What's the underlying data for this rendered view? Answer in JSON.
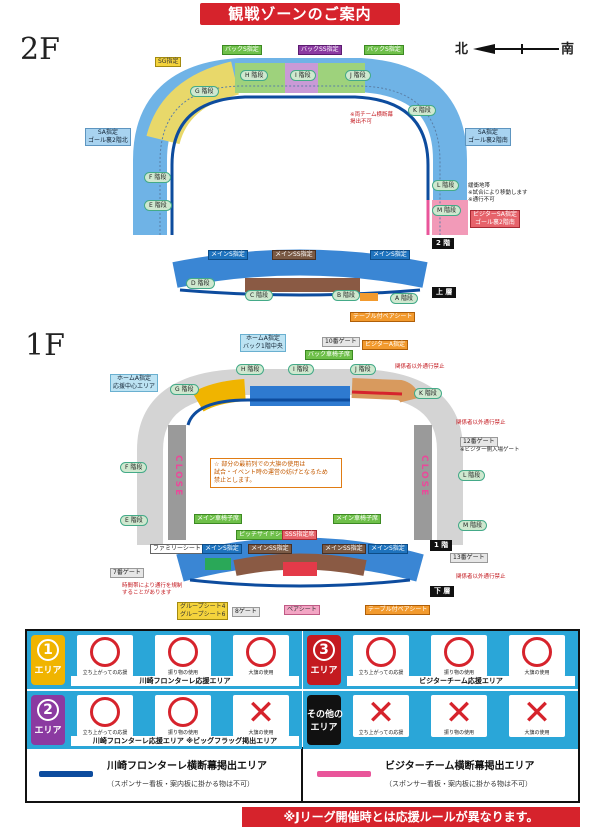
{
  "title": "観戦ゾーンのご案内",
  "compass": {
    "north": "北",
    "south": "南"
  },
  "floor2": {
    "label": "2F",
    "blocks": {
      "sg": "SG指定",
      "back_s_left": "バックS指定",
      "back_ss": "バックSS指定",
      "back_s_right": "バックS指定",
      "sa_north": "SA指定\nゴール裏2階北",
      "sa_south": "SA指定\nゴール裏2階南",
      "visitor_sa": "ビジターSA指定\nゴール裏2階南",
      "main_s_left": "メインS指定",
      "main_ss": "メインSS指定",
      "main_s_right": "メインS指定",
      "table_pair": "テーブル付ペアシート"
    },
    "stairs": [
      "G 階段",
      "H 階段",
      "I 階段",
      "J 階段",
      "K 階段",
      "F 階段",
      "E 階段",
      "L 階段",
      "M 階段",
      "D 階段",
      "C 階段",
      "B 階段",
      "A 階段"
    ],
    "notes": {
      "both_team_zone": "※両チーム横断幕\n掲出不可",
      "buffer_zone": "緩衝地帯\n※試合により移動します\n※通行不可"
    },
    "floor_tags": {
      "second": "2 階",
      "upper": "上 層"
    }
  },
  "floor1": {
    "label": "1F",
    "blocks": {
      "home_a_back": "ホームA指定\nバック1階中央",
      "home_a_support": "ホームA指定\n応援中心エリア",
      "visitor_a": "ビジターA指定",
      "main_s_left": "メインS指定",
      "main_ss_left": "メインSS指定",
      "sss": "SSS指定席",
      "main_ss_right": "メインSS指定",
      "main_s_right": "メインS指定",
      "family_seat": "ファミリーシート",
      "pitch_side": "ピッチサイドシート",
      "group4": "グループシート4\nグループシート6",
      "pair_seat": "ペアシート",
      "table_pair": "テーブル付ペアシート",
      "wheelchair_back": "バック車椅子席",
      "wheelchair_main_left": "メイン車椅子席",
      "wheelchair_main_right": "メイン車椅子席"
    },
    "stairs": [
      "G 階段",
      "H 階段",
      "I 階段",
      "J 階段",
      "K 階段",
      "F 階段",
      "E 階段",
      "L 階段",
      "M 階段"
    ],
    "gates": [
      "10番ゲート",
      "12番ゲート",
      "13番ゲート",
      "7番ゲート",
      "8ゲート"
    ],
    "notes": {
      "staff_only_1": "関係者以外通行禁止",
      "staff_only_2": "関係者以外通行禁止",
      "staff_only_3": "関係者以外通行禁止",
      "visitor_gate": "※ビジター側入場ゲート",
      "time_limited": "時間帯により通行を規制\nすることがあります",
      "warning": "☆ 部分の最前列での大旗の使用は\n試合・イベント時の運営の妨げとなるため\n禁止とします。"
    },
    "close_text": "CLOSE",
    "floor_tags": {
      "first": "1 階",
      "lower": "下 層"
    }
  },
  "legend": {
    "zones": [
      {
        "num": "1",
        "label": "エリア",
        "color": "#f0b400",
        "caption": "川崎フロンターレ応援エリア",
        "icons": [
          {
            "name": "standing",
            "caption": "立ち上がっての応援",
            "allowed": true
          },
          {
            "name": "flag-wave",
            "caption": "振り物の使用",
            "allowed": true
          },
          {
            "name": "big-flag",
            "caption": "大旗の使用",
            "allowed": true
          }
        ]
      },
      {
        "num": "3",
        "label": "エリア",
        "color": "#c41a20",
        "caption": "ビジターチーム応援エリア",
        "icons": [
          {
            "name": "standing",
            "caption": "立ち上がっての応援",
            "allowed": true
          },
          {
            "name": "flag-wave",
            "caption": "振り物の使用",
            "allowed": true
          },
          {
            "name": "big-flag",
            "caption": "大旗の使用",
            "allowed": true
          }
        ]
      },
      {
        "num": "2",
        "label": "エリア",
        "color": "#8b3aa1",
        "caption": "川崎フロンターレ応援エリア ※ビッグフラッグ掲出エリア",
        "icons": [
          {
            "name": "standing",
            "caption": "立ち上がっての応援",
            "allowed": true
          },
          {
            "name": "flag-wave",
            "caption": "振り物の使用",
            "allowed": true
          },
          {
            "name": "big-flag",
            "caption": "大旗の使用",
            "allowed": false
          }
        ]
      },
      {
        "num": "",
        "label": "その他の\nエリア",
        "color": "#111111",
        "caption": "",
        "icons": [
          {
            "name": "standing",
            "caption": "立ち上がっての応援",
            "allowed": false
          },
          {
            "name": "flag-wave",
            "caption": "振り物の使用",
            "allowed": false
          },
          {
            "name": "big-flag",
            "caption": "大旗の使用",
            "allowed": false
          }
        ]
      }
    ],
    "banners": [
      {
        "title": "川崎フロンターレ横断幕掲出エリア",
        "sub": "（スポンサー看板・案内板に掛かる物は不可）",
        "color": "#0d4c9e"
      },
      {
        "title": "ビジターチーム横断幕掲出エリア",
        "sub": "（スポンサー看板・案内板に掛かる物は不可）",
        "color": "#e9559a"
      }
    ]
  },
  "footer": "※Jリーグ開催時とは応援ルールが異なります。"
}
